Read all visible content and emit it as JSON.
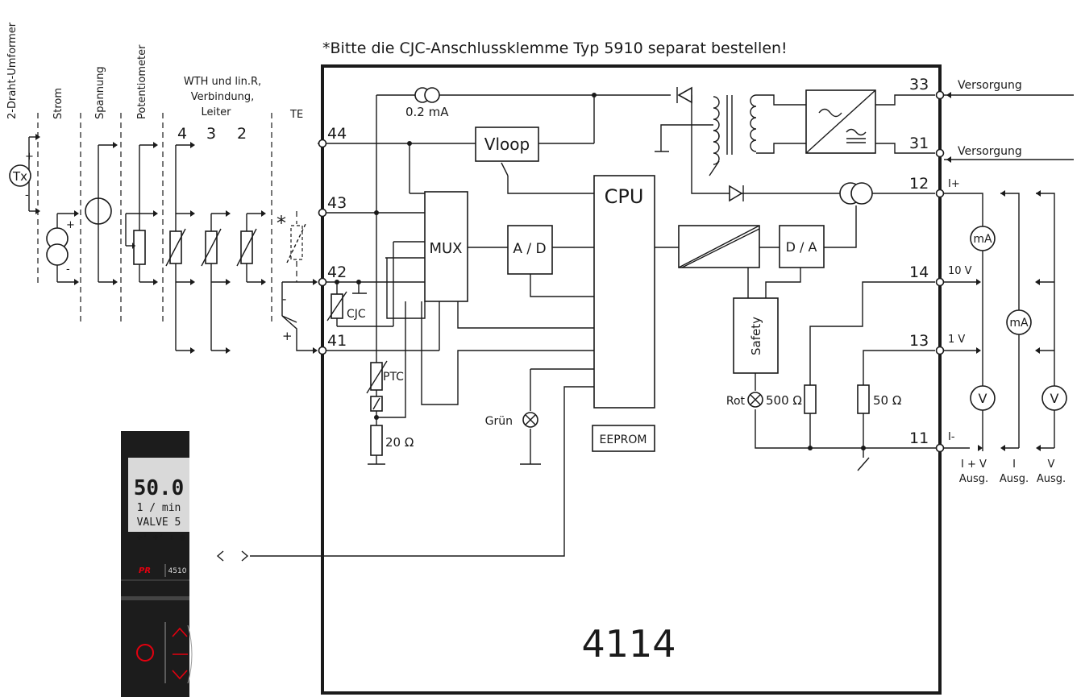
{
  "note": "*Bitte die CJC-Anschlussklemme Typ 5910 separat bestellen!",
  "device_number": "4114",
  "input_types": {
    "two_wire": "2-Draht-Umformer",
    "current": "Strom",
    "voltage": "Spannung",
    "potentiometer": "Potentiometer",
    "rtd_line1": "WTH und lin.R,",
    "rtd_line2": "Verbindung,",
    "rtd_line3": "Leiter",
    "wire4": "4",
    "wire3": "3",
    "wire2": "2",
    "thermocouple": "TE"
  },
  "transmitter_label": "Tx",
  "plus": "+",
  "minus": "-",
  "star": "*",
  "terminals": {
    "t44": "44",
    "t43": "43",
    "t42": "42",
    "t41": "41",
    "t33": "33",
    "t31": "31",
    "t12": "12",
    "t14": "14",
    "t13": "13",
    "t11": "11"
  },
  "supply": {
    "top": "Versorgung",
    "bottom": "Versorgung"
  },
  "output_signs": {
    "i_plus": "I+",
    "v10": "10 V",
    "v1": "1 V",
    "i_minus": "I-"
  },
  "blocks": {
    "current_source": "0.2 mA",
    "vloop": "Vloop",
    "cpu": "CPU",
    "mux": "MUX",
    "ad": "A / D",
    "da": "D / A",
    "safety": "Safety",
    "eeprom": "EEPROM",
    "cjc": "CJC",
    "ptc": "PTC",
    "r20": "20 Ω",
    "r500": "500 Ω",
    "r50": "50 Ω"
  },
  "leds": {
    "green": "Grün",
    "red": "Rot"
  },
  "meters": {
    "ma": "mA",
    "v": "V"
  },
  "outputs": {
    "iv_top": "I + V",
    "iv_bottom": "Ausg.",
    "i_top": "I",
    "i_bottom": "Ausg.",
    "v_top": "V",
    "v_bottom": "Ausg."
  },
  "display": {
    "value": "50.0",
    "unit": "1 / min",
    "tag": "VALVE 5",
    "relay_icons": "relay-1 relay-2 arrow-updown dot-circle",
    "brand": "PR",
    "model": "4510"
  },
  "colors": {
    "brand_red": "#e3000f",
    "panel": "#1c1c1c",
    "lcd": "#d9d9d9"
  }
}
